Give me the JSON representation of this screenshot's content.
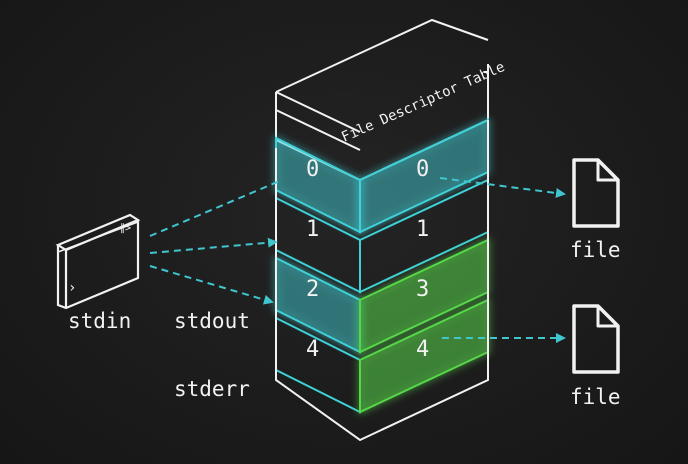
{
  "diagram": {
    "title": "File Descriptor Table",
    "terminal_label": "stdin",
    "stream_labels": {
      "stdout": "stdout",
      "stderr": "stderr"
    },
    "rows": [
      {
        "left": "0",
        "right": "0",
        "left_style": "cyan",
        "right_style": "cyan"
      },
      {
        "left": "1",
        "right": "1",
        "left_style": "none",
        "right_style": "none"
      },
      {
        "left": "2",
        "right": "3",
        "left_style": "cyan",
        "right_style": "green"
      },
      {
        "left": "4",
        "right": "4",
        "left_style": "none",
        "right_style": "green"
      }
    ],
    "files": [
      {
        "label": "file",
        "icon": "file-icon"
      },
      {
        "label": "file",
        "icon": "file-icon"
      }
    ],
    "terminal_icon": "terminal-window-icon",
    "terminal_prompt": "›",
    "terminal_tab": "∥>",
    "colors": {
      "background": "#1c1c1c",
      "outline": "#f2f2f2",
      "cyan": "#3fd0d8",
      "green": "#56d64a",
      "arrow": "#3fc6cf"
    }
  }
}
